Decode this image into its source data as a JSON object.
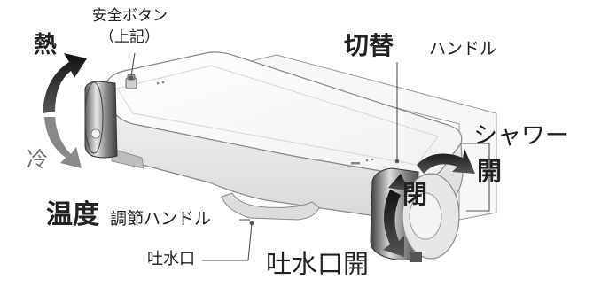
{
  "labels": {
    "safety_button": "安全ボタン",
    "safety_note": "（上記）",
    "hot": "熱",
    "cold": "冷",
    "switch_strong": "切替",
    "switch_rest": "ハンドル",
    "shower": "シャワー",
    "open_right": "開",
    "close": "閉",
    "temp_strong": "温度",
    "temp_rest": "調節ハンドル",
    "spout": "吐水口",
    "spout_open": "吐水口開"
  }
}
